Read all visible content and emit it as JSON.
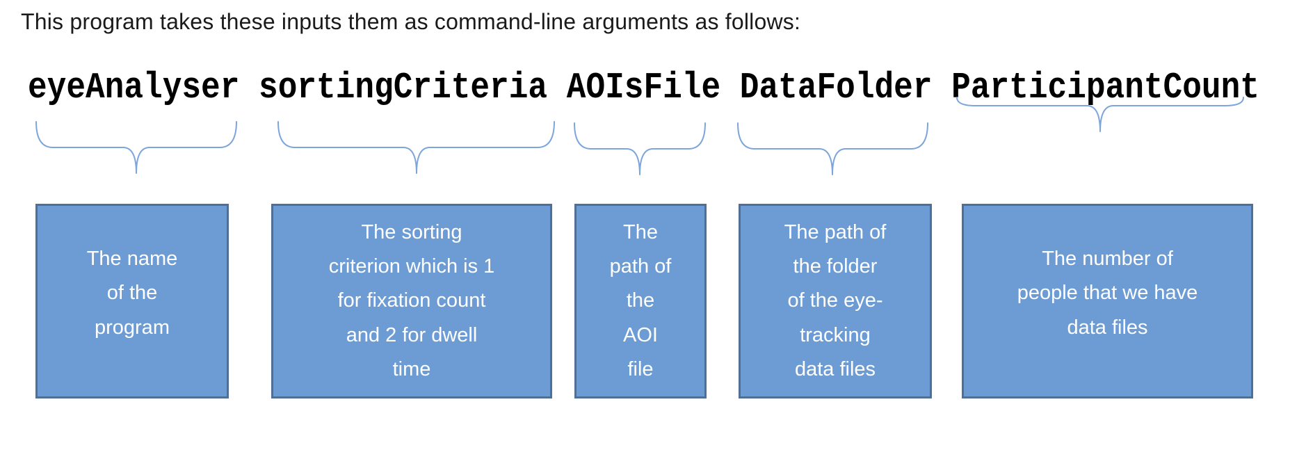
{
  "title": "This program takes these inputs them as command-line arguments as follows:",
  "command": {
    "full": "eyeAnalyser sortingCriteria AOIsFile DataFolder ParticipantCount",
    "args": [
      {
        "name": "eyeAnalyser",
        "description": "The name of the program",
        "lines": [
          "The name",
          "of the",
          "program"
        ]
      },
      {
        "name": "sortingCriteria",
        "description": "The sorting criterion which is 1 for fixation count and 2 for dwell time",
        "lines": [
          "The sorting",
          "criterion which is 1",
          "for fixation count",
          "and 2 for dwell",
          "time"
        ]
      },
      {
        "name": "AOIsFile",
        "description": "The path of the AOI file",
        "lines": [
          "The",
          "path of",
          "the",
          "AOI",
          "file"
        ]
      },
      {
        "name": "DataFolder",
        "description": "The path of the folder of the eye-tracking data files",
        "lines": [
          "The path of",
          "the folder",
          "of the eye-",
          "tracking",
          "data files"
        ]
      },
      {
        "name": "ParticipantCount",
        "description": "The number of people that we have data files",
        "lines": [
          "The number of",
          "people that we have",
          "data files"
        ]
      }
    ]
  },
  "colors": {
    "title_text": "#1a1a1a",
    "command_text": "#000000",
    "brace": "#7ca5db",
    "box_fill": "#6d9cd4",
    "box_border": "#4e6f98",
    "box_text": "#ffffff"
  }
}
